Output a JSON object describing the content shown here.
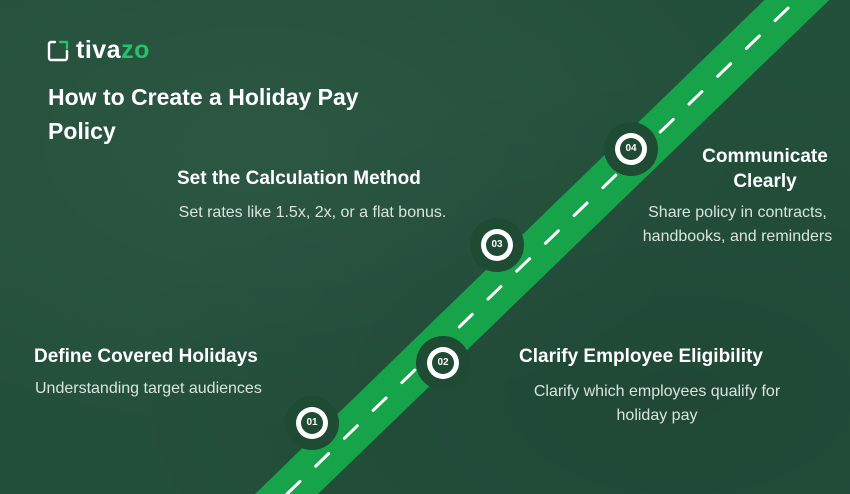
{
  "brand": {
    "name_part1": "tiva",
    "name_part2": "zo",
    "accent": "#22c36a"
  },
  "title": "How to Create a Holiday Pay Policy",
  "colors": {
    "background": "#23503b",
    "road": "#16a34a",
    "badge": "#1f4a33"
  },
  "steps": [
    {
      "number": "01",
      "title": "Define Covered Holidays",
      "description": "Understanding target audiences"
    },
    {
      "number": "02",
      "title": "Clarify Employee Eligibility",
      "description": "Clarify which employees qualify for holiday pay"
    },
    {
      "number": "03",
      "title": "Set the Calculation Method",
      "description": "Set rates like 1.5x, 2x, or a flat bonus."
    },
    {
      "number": "04",
      "title": "Communicate Clearly",
      "description": "Share policy in contracts, handbooks, and reminders"
    }
  ]
}
